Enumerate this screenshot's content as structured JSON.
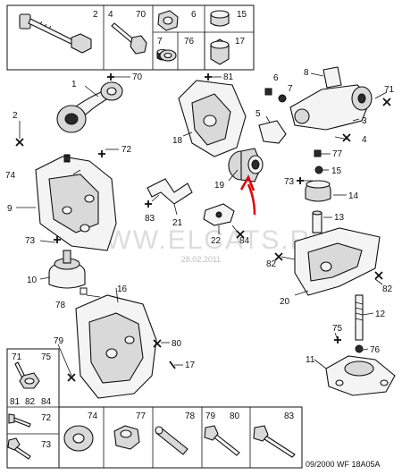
{
  "watermark": {
    "site": "WWW.ELCATS.RU",
    "date": "28.02.2011"
  },
  "footer": {
    "code": "09/2000 WF 18A05A"
  },
  "accent_color": "#e10000",
  "top_legend": {
    "labels": [
      "2",
      "4",
      "70",
      "6",
      "15",
      "7",
      "76",
      "17"
    ]
  },
  "bottom_legend": {
    "labels": [
      "71",
      "75",
      "81",
      "82",
      "84",
      "72",
      "73",
      "74",
      "77",
      "78",
      "79",
      "80",
      "83"
    ]
  },
  "callouts": {
    "c70": "70",
    "c81": "81",
    "c1": "1",
    "c2": "2",
    "c72": "72",
    "c74": "74",
    "c9": "9",
    "c73a": "73",
    "c10": "10",
    "c78": "78",
    "c16": "16",
    "c79": "79",
    "c80": "80",
    "c17": "17",
    "c18": "18",
    "c19": "19",
    "c5": "5",
    "c6": "6",
    "c7": "7",
    "c8": "8",
    "c71": "71",
    "c3": "3",
    "c4": "4",
    "c77": "77",
    "c15": "15",
    "c73b": "73",
    "c14": "14",
    "c13": "13",
    "c83": "83",
    "c21": "21",
    "c22": "22",
    "c84": "84",
    "c82a": "82",
    "c20": "20",
    "c82b": "82",
    "c12": "12",
    "c75": "75",
    "c76": "76",
    "c11": "11"
  }
}
